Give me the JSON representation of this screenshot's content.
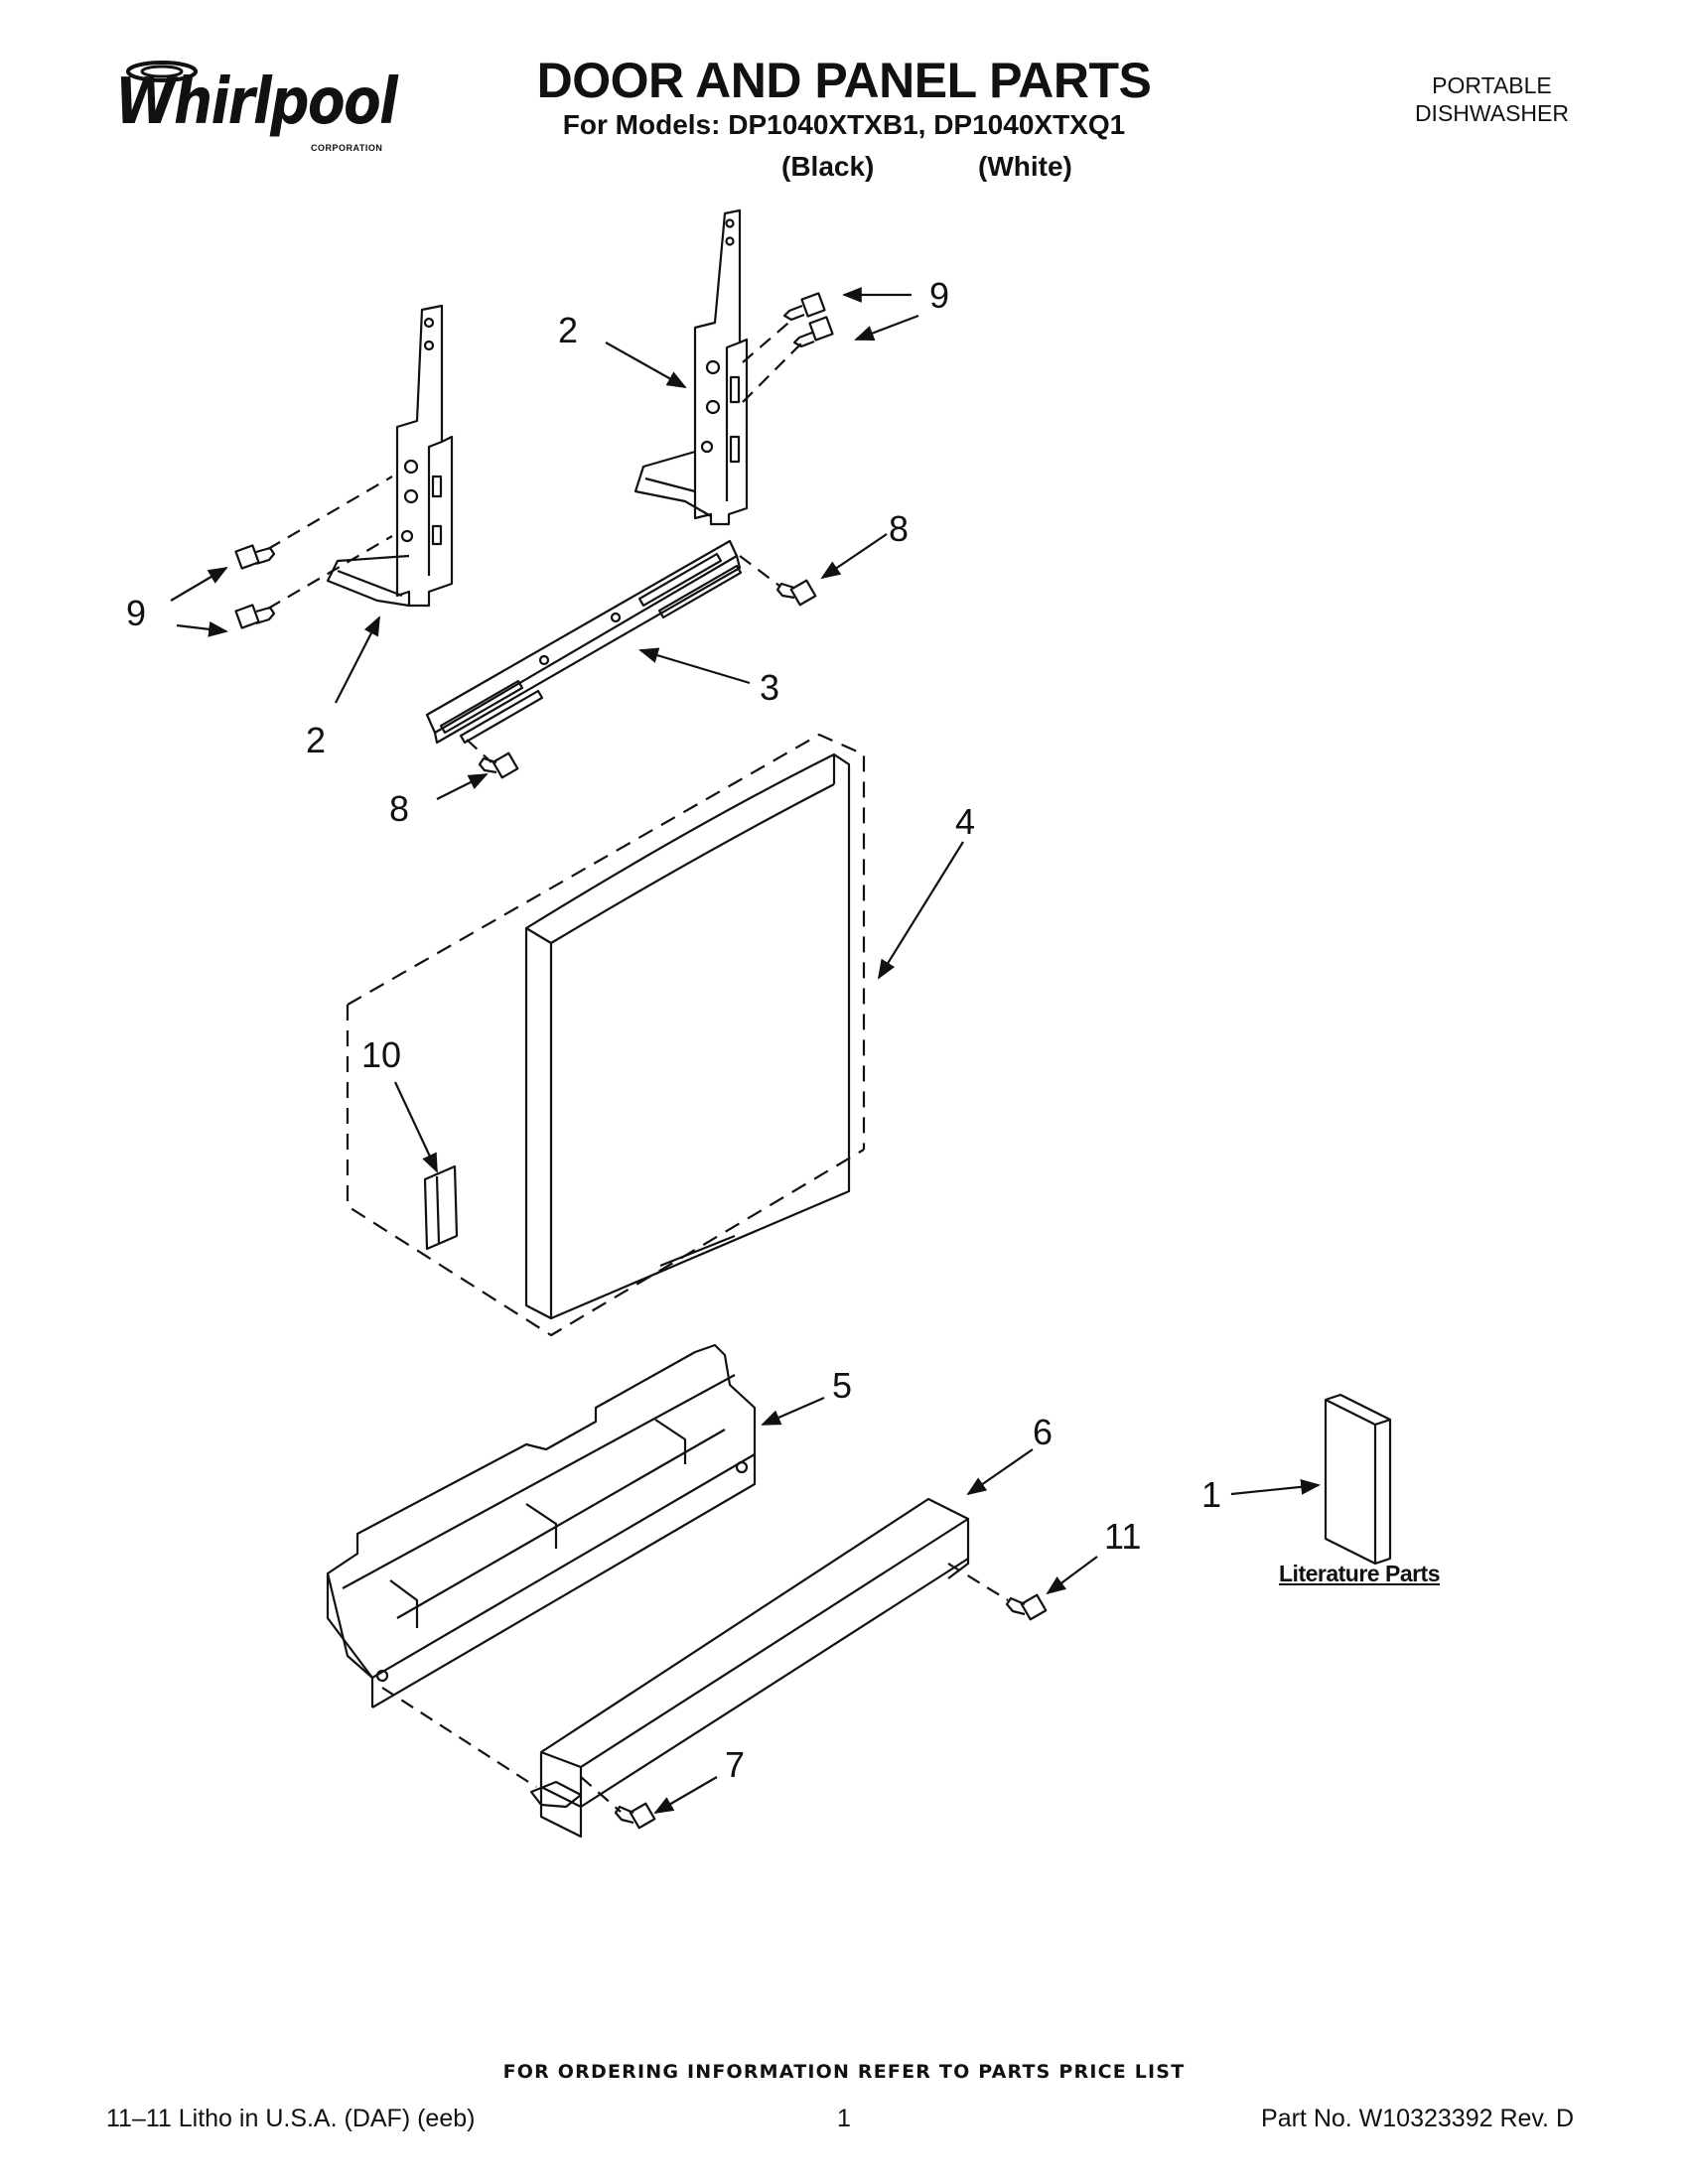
{
  "header": {
    "brand": "Whirlpool",
    "brand_sub": "CORPORATION",
    "title": "DOOR AND PANEL PARTS",
    "models": "For Models: DP1040XTXB1, DP1040XTXQ1",
    "variant_1": "(Black)",
    "variant_2": "(White)",
    "type_line1": "PORTABLE",
    "type_line2": "DISHWASHER"
  },
  "callouts": {
    "c2a": "2",
    "c9a": "9",
    "c8a": "8",
    "c9b": "9",
    "c3": "3",
    "c2b": "2",
    "c8b": "8",
    "c4": "4",
    "c10": "10",
    "c5": "5",
    "c6": "6",
    "c1": "1",
    "c11": "11",
    "c7": "7"
  },
  "literature_label": "Literature Parts",
  "footer": {
    "ordering": "FOR ORDERING INFORMATION REFER TO PARTS PRICE LIST",
    "left": "11–11 Litho in U.S.A. (DAF) (eeb)",
    "page": "1",
    "part_no": "Part No. W10323392 Rev. D"
  },
  "colors": {
    "ink": "#111111",
    "background": "#ffffff"
  }
}
